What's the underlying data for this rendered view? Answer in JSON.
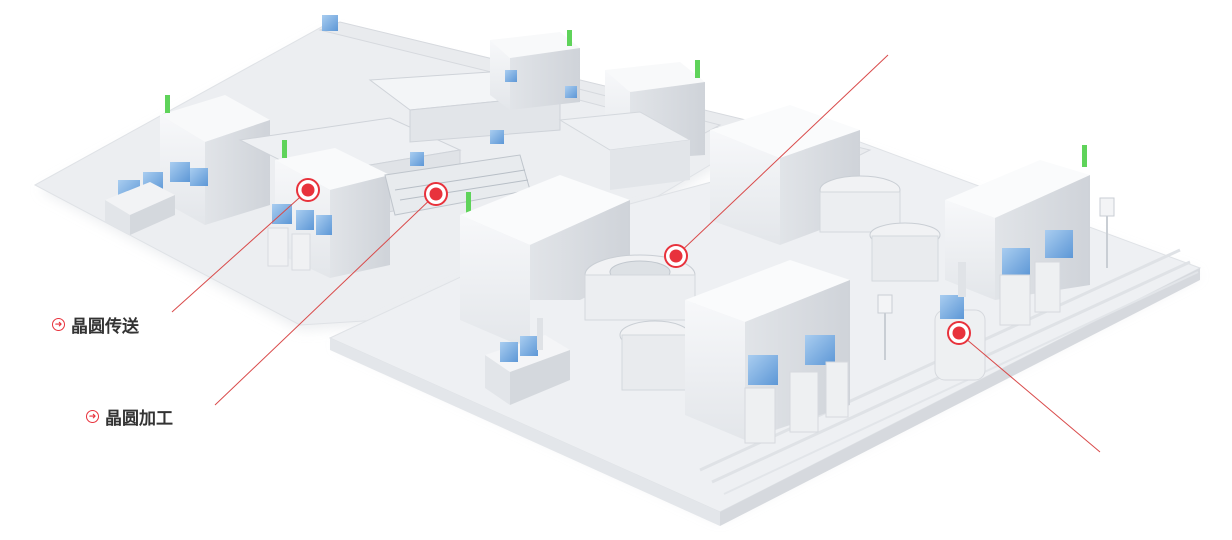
{
  "labels": {
    "wafer_transfer": "晶圆传送",
    "wafer_processing": "晶圆加工"
  },
  "icons": {
    "callout_marker": "arrow-circle-right-icon",
    "hotspot": "red-dot-hotspot"
  },
  "colors": {
    "accent_red": "#e8323c",
    "line_red": "#d94a4a",
    "machine_white": "#f2f3f5",
    "machine_shade": "#dcdfe4",
    "floor": "#eceef1",
    "wafer_pod_blue": "#7fb3e6",
    "status_light_green": "#5fd35a",
    "label_text": "#333333"
  }
}
